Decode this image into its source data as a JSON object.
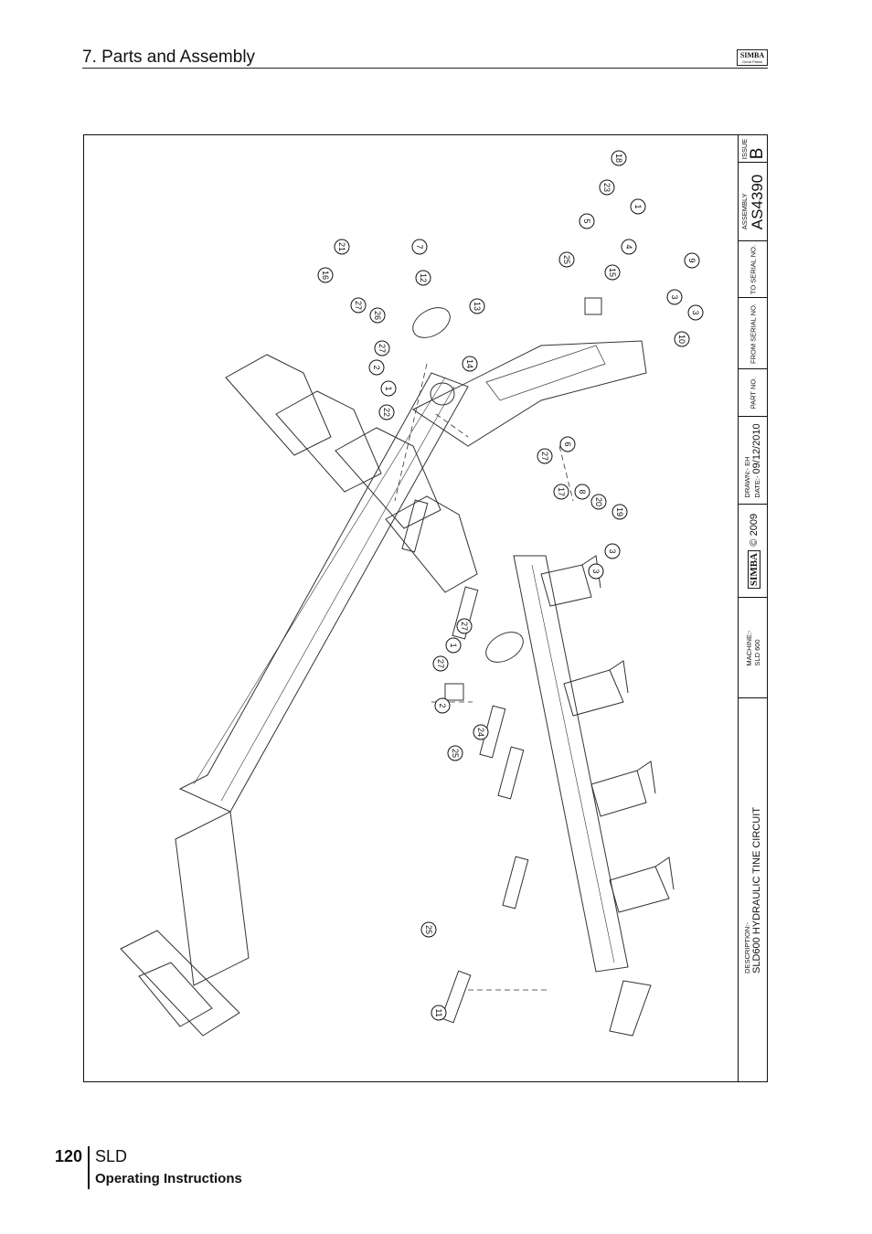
{
  "header": {
    "section_title": "7. Parts and Assembly",
    "logo_text": "SIMBA",
    "logo_sub": "Great Plains"
  },
  "title_block": {
    "description_label": "DESCRIPTION:-",
    "description": "SLD600 HYDRAULIC TINE CIRCUIT",
    "machine_label": "MACHINE:-",
    "machine": "SLD 600",
    "brand": "SIMBA",
    "copyright": "© 2009",
    "drawn": "DRAWN:- EH",
    "date_label": "DATE:-",
    "date": "09/12/2010",
    "part_no_label": "PART NO.",
    "from_serial_label": "FROM SERIAL NO.",
    "to_serial_label": "TO SERIAL NO.",
    "assembly_label": "ASSEMBLY",
    "assembly": "AS4390",
    "issue_label": "ISSUE",
    "issue": "B"
  },
  "callouts": [
    "18",
    "23",
    "1",
    "5",
    "7",
    "21",
    "12",
    "16",
    "27",
    "26",
    "13",
    "25",
    "15",
    "4",
    "9",
    "3",
    "3",
    "10",
    "27",
    "2",
    "1",
    "14",
    "22",
    "6",
    "27",
    "17",
    "8",
    "20",
    "19",
    "3",
    "3",
    "27",
    "1",
    "27",
    "2",
    "24",
    "25",
    "25",
    "11"
  ],
  "footer": {
    "page_number": "120",
    "product": "SLD",
    "subtitle": "Operating Instructions"
  }
}
